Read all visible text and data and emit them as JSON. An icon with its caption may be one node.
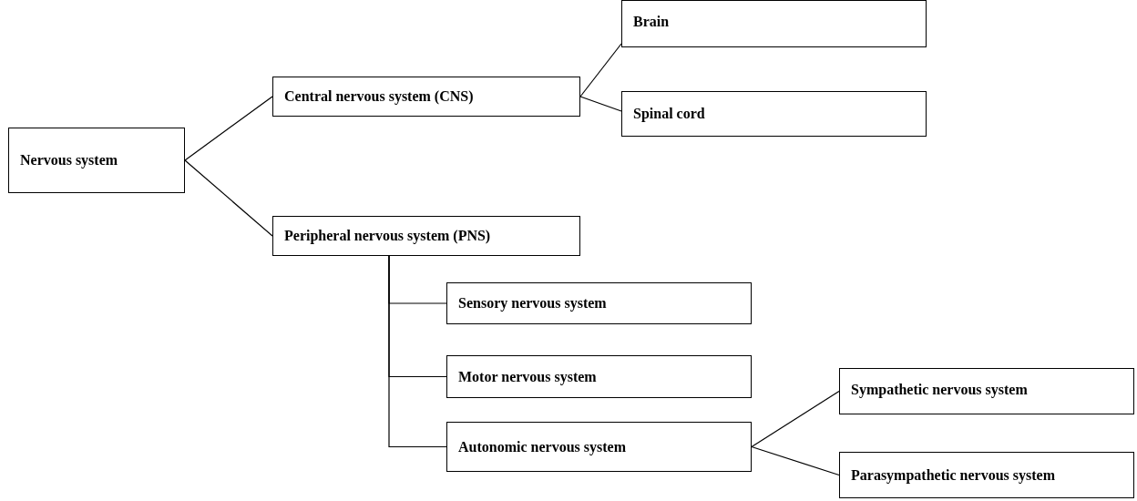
{
  "diagram": {
    "nodes": [
      {
        "text": [
          "Nervous system"
        ]
      },
      {
        "text": [
          "Central nervous system (CNS)"
        ]
      },
      {
        "text": [
          "Peripheral nervous system (PNS)"
        ]
      },
      {
        "text": [
          "Brain"
        ]
      },
      {
        "text": [
          "Spinal cord"
        ]
      },
      {
        "text": [
          "Sensory nervous system"
        ]
      },
      {
        "text": [
          "Motor nervous system"
        ]
      },
      {
        "text": [
          "Autonomic nervous system"
        ]
      },
      {
        "text": [
          "Sympathetic nervous system"
        ]
      },
      {
        "text": [
          "Parasympathetic nervous system"
        ]
      }
    ],
    "edges": [
      {
        "from": 0,
        "to": 1,
        "arrow": "none"
      },
      {
        "from": 0,
        "to": 2,
        "arrow": "none"
      },
      {
        "from": 1,
        "to": 3,
        "arrow": "none"
      },
      {
        "from": 1,
        "to": 4,
        "arrow": "none"
      },
      {
        "from": 2,
        "to": 5,
        "arrow": "none"
      },
      {
        "from": 2,
        "to": 6,
        "arrow": "none"
      },
      {
        "from": 2,
        "to": 7,
        "arrow": "none"
      },
      {
        "from": 7,
        "to": 8,
        "arrow": "none"
      },
      {
        "from": 7,
        "to": 9,
        "arrow": "none"
      }
    ]
  }
}
